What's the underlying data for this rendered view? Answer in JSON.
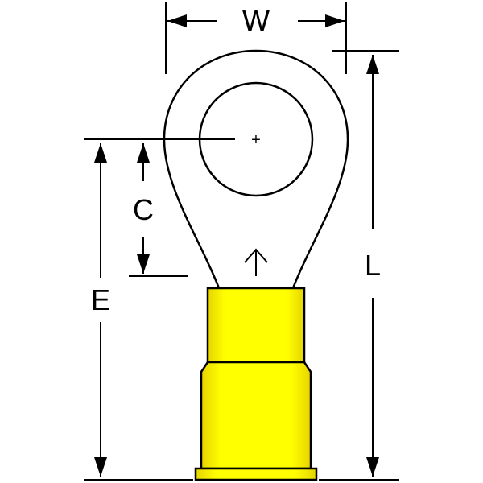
{
  "labels": {
    "W": "W",
    "C": "C",
    "E": "E",
    "L": "L",
    "center_mark": "+"
  },
  "colors": {
    "insulation": "#FFFF00",
    "insulation_shade": "#E8D800",
    "line": "#000000",
    "background": "#FFFFFF"
  },
  "icons": {
    "direction_arrow": "up-arrow-icon"
  }
}
